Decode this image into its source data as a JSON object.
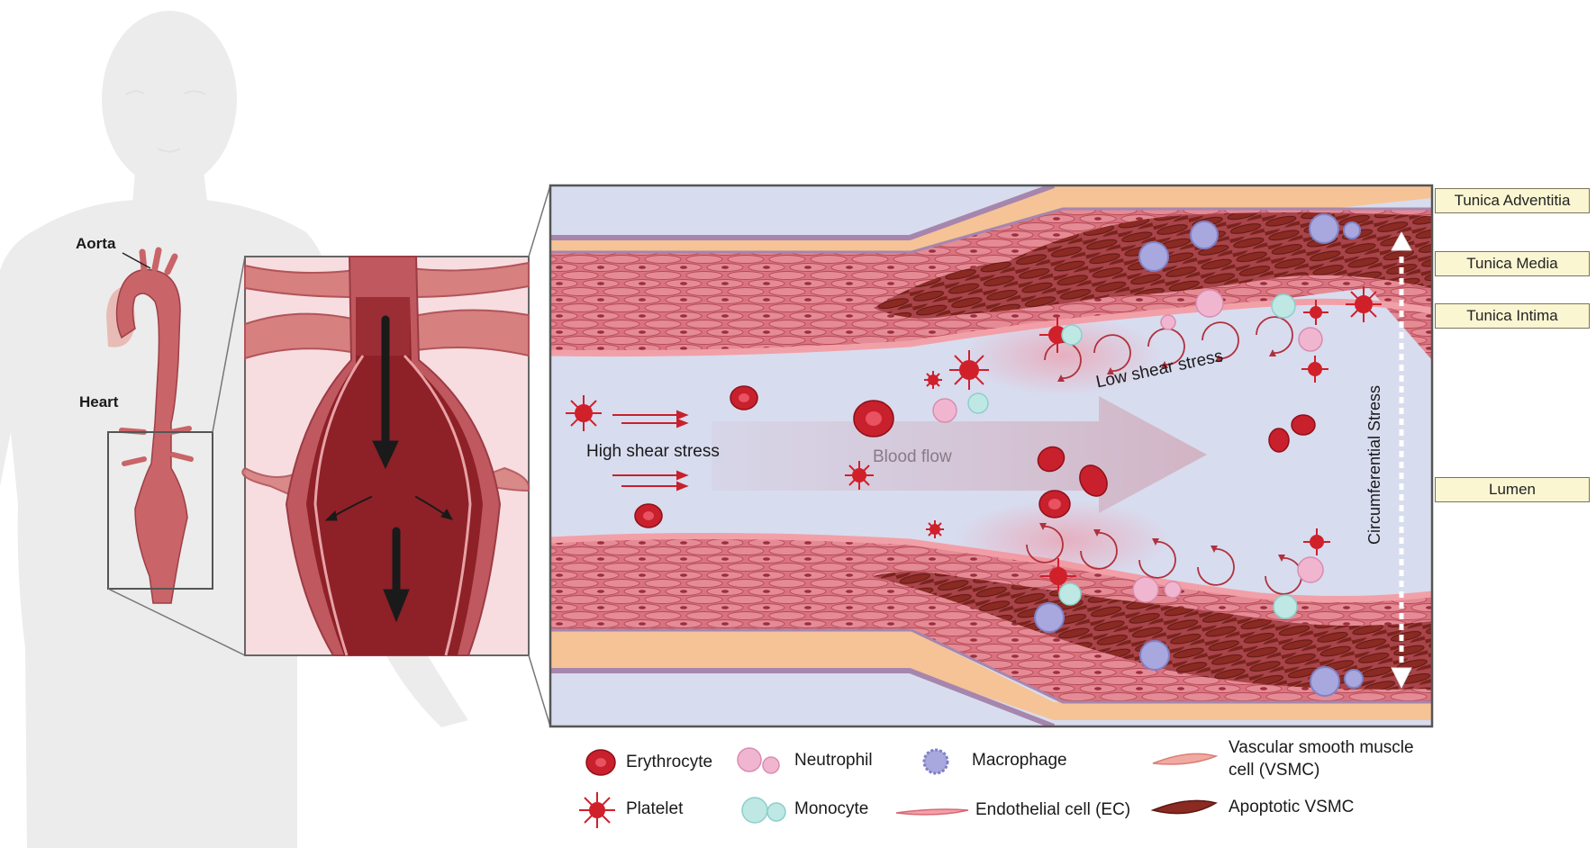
{
  "anatomy_labels": {
    "aorta": "Aorta",
    "heart": "Heart"
  },
  "vessel_labels": {
    "high_shear": "High shear stress",
    "blood_flow": "Blood flow",
    "low_shear": "Low shear stress",
    "circumferential": "Circumferential Stress"
  },
  "layers": [
    {
      "id": "adventitia",
      "label": "Tunica Adventitia"
    },
    {
      "id": "media",
      "label": "Tunica Media"
    },
    {
      "id": "intima",
      "label": "Tunica Intima"
    },
    {
      "id": "lumen",
      "label": "Lumen"
    }
  ],
  "legend": {
    "erythrocyte": "Erythrocyte",
    "platelet": "Platelet",
    "neutrophil": "Neutrophil",
    "monocyte": "Monocyte",
    "macrophage": "Macrophage",
    "endothelial": "Endothelial cell (EC)",
    "vsmc_line1": "Vascular smooth muscle",
    "vsmc_line2": "cell (VSMC)",
    "apoptotic": "Apoptotic VSMC"
  },
  "colors": {
    "lumen": "#d8dcef",
    "media": "#d9737f",
    "adventitia": "#f6c396",
    "intima": "#f2a0a8",
    "apoptotic": "#8a2a22",
    "vessel": "#c45a60",
    "erythrocyte": "#c8202c",
    "platelet": "#d0202a",
    "neutrophil": "#f0b6d0",
    "monocyte": "#bfe7e4",
    "macrophage": "#a8a8de",
    "body": "#ececec",
    "layer_box": "#fbf6d2"
  }
}
